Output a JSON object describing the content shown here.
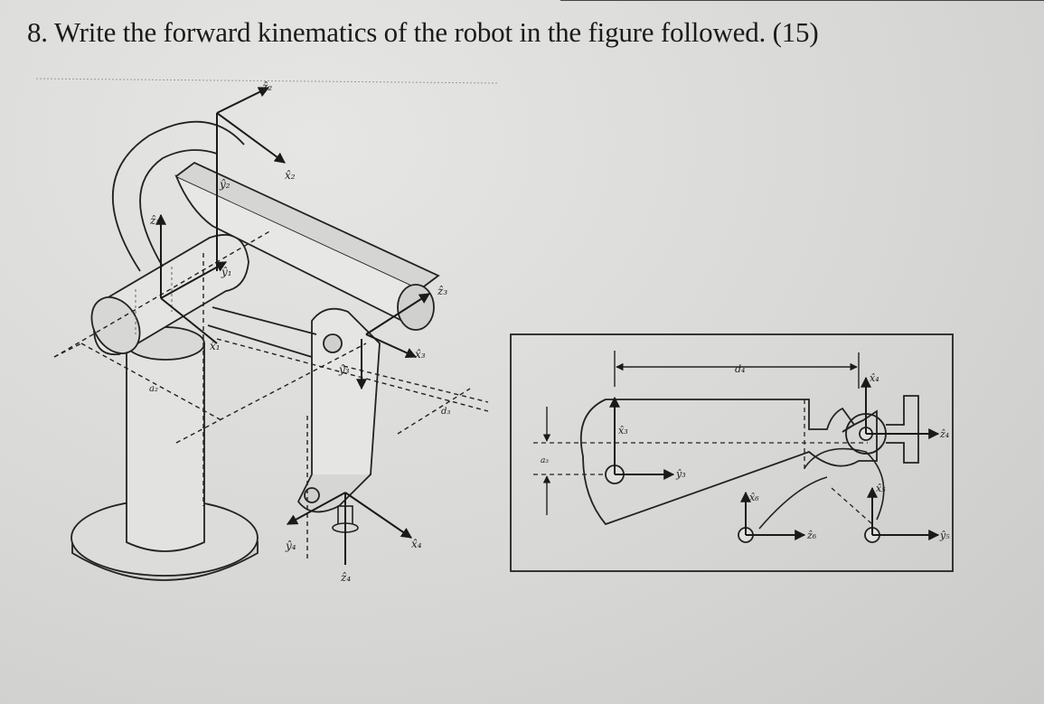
{
  "question": {
    "number": "8.",
    "text": "Write the forward kinematics of the robot in the figure followed.",
    "points": "(15)"
  },
  "robot_figure": {
    "labels": {
      "z2_top": "ẑ₂",
      "x2": "x̂₂",
      "y2": "ŷ₂",
      "z1": "ẑ₁",
      "y1": "ŷ₁",
      "x1": "x̂₁",
      "a2": "a₂",
      "z3": "ẑ₃",
      "x3": "x̂₃",
      "y3": "ŷ₃",
      "d3": "d₃",
      "y4": "ŷ₄",
      "x4": "x̂₄",
      "z4": "ẑ₄"
    }
  },
  "schematic_figure": {
    "labels": {
      "d4": "d₄",
      "x3": "x̂₃",
      "a3": "a₃",
      "y3": "ŷ₃",
      "x4": "x̂₄",
      "z4": "ẑ₄",
      "x6": "x̂₆",
      "z6": "ẑ₆",
      "x5": "x̂₅",
      "y5": "ŷ₅"
    }
  }
}
